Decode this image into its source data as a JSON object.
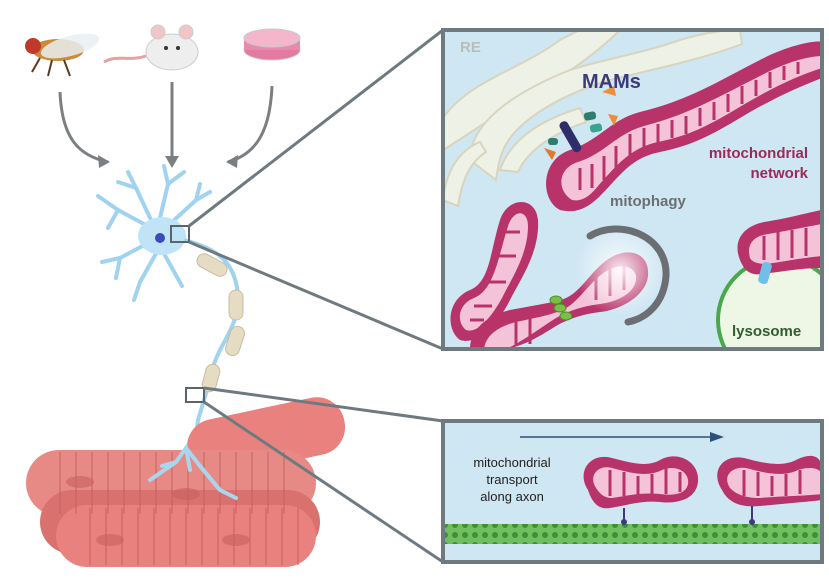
{
  "panels": {
    "organelle": {
      "labels": {
        "re": "RE",
        "mams": "MAMs",
        "mito_network_line1": "mitochondrial",
        "mito_network_line2": "network",
        "mitophagy": "mitophagy",
        "lysosome": "lysosome"
      }
    },
    "transport": {
      "caption": [
        "mitochondrial",
        "transport",
        "along axon"
      ]
    }
  },
  "colors": {
    "frame": "#6f7a80",
    "cytoplasm": "#cfe6f3",
    "mito_outer": "#b8336a",
    "mito_inner": "#f4c3d8",
    "mito_label": "#9b2a5a",
    "er": "#eef2e6",
    "mams_label": "#3b3a7a",
    "lysosome_border": "#4aa84a",
    "lysosome_label": "#2e5e2e",
    "neuron": "#9fd3ef",
    "muscle": "#e9827f",
    "microtubule": "#5caa54"
  },
  "model_organisms": [
    "fly-icon",
    "mouse-icon",
    "cell-dish-icon"
  ]
}
